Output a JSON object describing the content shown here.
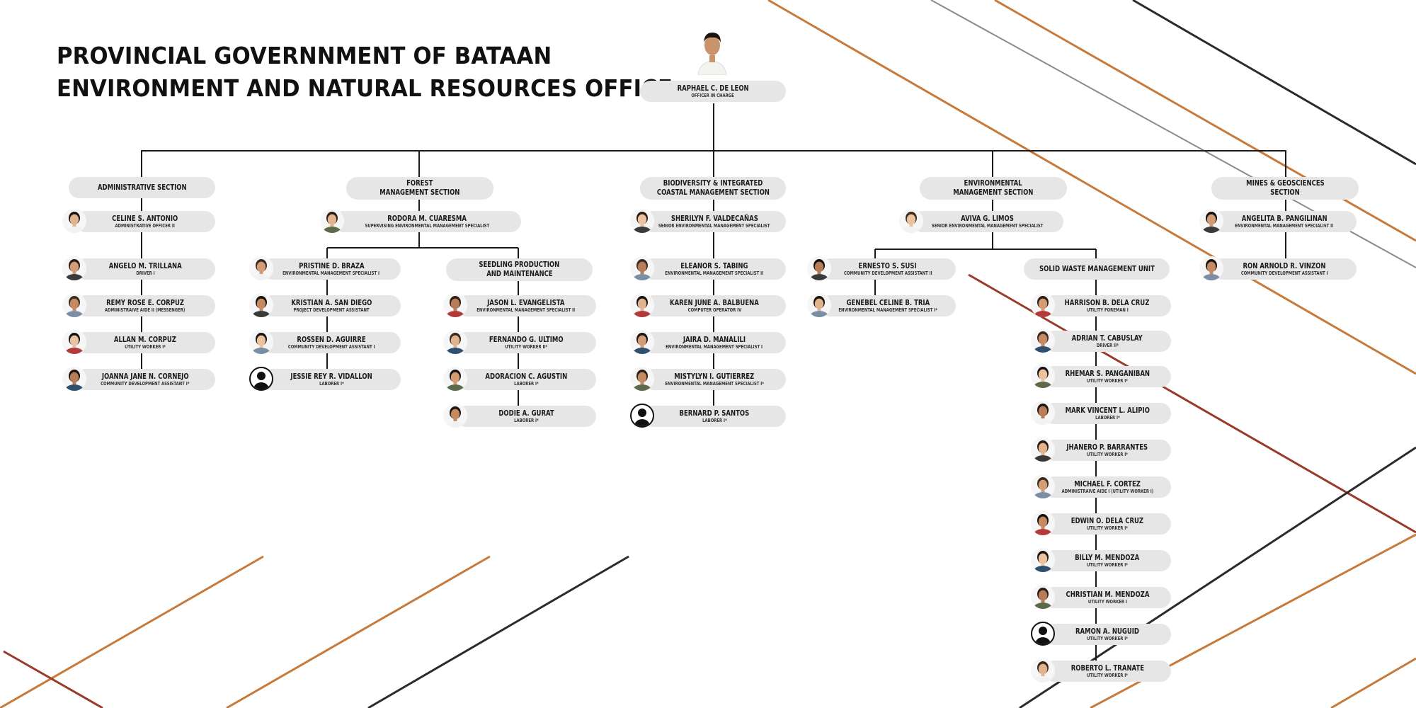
{
  "title": {
    "line1": "PROVINCIAL GOVERNNMENT OF BATAAN",
    "line2": "ENVIRONMENT AND NATURAL RESOURCES OFFICE"
  },
  "colors": {
    "pill": "#e6e6e6",
    "line": "#1a1a1a",
    "accent_orange": "#c77a3a",
    "accent_brown": "#9a3b2a",
    "accent_dark": "#2b2b2b",
    "accent_gray": "#8a8a8a"
  },
  "head": {
    "name": "RAPHAEL C. DE LEON",
    "position": "OFFICER IN CHARGE",
    "photo": "person-photo"
  },
  "sections": {
    "admin": {
      "title": [
        "ADMINISTRATIVE SECTION"
      ],
      "members": [
        {
          "name": "CELINE S. ANTONIO",
          "position": "ADMINISTRATIVE OFFICER II",
          "photo": "person-photo"
        },
        {
          "name": "ANGELO M. TRILLANA",
          "position": "DRIVER I",
          "photo": "person-photo"
        },
        {
          "name": "REMY ROSE E. CORPUZ",
          "position": "ADMINISTRAIVE AIDE II (MESSENGER)",
          "photo": "person-photo"
        },
        {
          "name": "ALLAN M. CORPUZ",
          "position": "UTILITY WORKER I*",
          "photo": "person-photo"
        },
        {
          "name": "JOANNA JANE N. CORNEJO",
          "position": "COMMUNITY DEVELOPMENT ASSISTANT I*",
          "photo": "person-photo"
        }
      ]
    },
    "forest": {
      "title": [
        "FOREST",
        "MANAGEMENT SECTION"
      ],
      "lead": {
        "name": "RODORA M. CUARESMA",
        "position": "SUPERVISING ENVIRONMENTAL MANAGEMENT SPECIALIST",
        "photo": "person-photo"
      },
      "members": [
        {
          "name": "PRISTINE D. BRAZA",
          "position": "ENVIRONMENTAL MANAGEMENT SPECIALIST I",
          "photo": "person-photo"
        },
        {
          "name": "KRISTIAN A. SAN DIEGO",
          "position": "PROJECT DEVELOPMENT ASSISTANT",
          "photo": "person-photo"
        },
        {
          "name": "ROSSEN D. AGUIRRE",
          "position": "COMMUNITY DEVELOPMENT ASSISTANT I",
          "photo": "person-photo"
        },
        {
          "name": "JESSIE REY R. VIDALLON",
          "position": "LABORER I*",
          "photo": "silhouette-icon"
        }
      ],
      "seedling": {
        "title": [
          "SEEDLING PRODUCTION",
          "AND MAINTENANCE"
        ],
        "members": [
          {
            "name": "JASON L. EVANGELISTA",
            "position": "ENVIRONMENTAL MANAGEMENT SPECIALIST II",
            "photo": "person-photo"
          },
          {
            "name": "FERNANDO G. ULTIMO",
            "position": "UTILITY WORKER II*",
            "photo": "person-photo"
          },
          {
            "name": "ADORACION C. AGUSTIN",
            "position": "LABORER I*",
            "photo": "person-photo"
          },
          {
            "name": "DODIE A. GURAT",
            "position": "LABORER I*",
            "photo": "person-photo"
          }
        ]
      }
    },
    "biodiversity": {
      "title": [
        "BIODIVERSITY & INTEGRATED",
        "COASTAL MANAGEMENT SECTION"
      ],
      "lead": {
        "name": "SHERILYN F. VALDECAÑAS",
        "position": "SENIOR ENVIRONMENTAL MANAGEMENT SPECIALIST",
        "photo": "person-photo"
      },
      "members": [
        {
          "name": "ELEANOR S. TABING",
          "position": "ENVIRONMENTAL MANAGEMENT SPECIALIST II",
          "photo": "person-photo"
        },
        {
          "name": "KAREN JUNE A. BALBUENA",
          "position": "COMPUTER OPERATOR IV",
          "photo": "person-photo"
        },
        {
          "name": "JAIRA D. MANALILI",
          "position": "ENVIRONMENTAL MANAGEMENT SPECIALIST I",
          "photo": "person-photo"
        },
        {
          "name": "MISTYLYN I. GUTIERREZ",
          "position": "ENVIRONMENTAL MANAGEMENT SPECIALIST I*",
          "photo": "person-photo"
        },
        {
          "name": "BERNARD P. SANTOS",
          "position": "LABORER I*",
          "photo": "silhouette-icon"
        }
      ]
    },
    "environmental": {
      "title": [
        "ENVIRONMENTAL",
        "MANAGEMENT SECTION"
      ],
      "lead": {
        "name": "AVIVA G. LIMOS",
        "position": "SENIOR ENVIRONMENTAL MANAGEMENT SPECIALIST",
        "photo": "person-photo"
      },
      "members": [
        {
          "name": "ERNESTO S. SUSI",
          "position": "COMMUNITY DEVELOPMENT ASSISTANT II",
          "photo": "person-photo"
        },
        {
          "name": "GENEBEL CELINE B. TRIA",
          "position": "ENVIRONMENTAL MANAGEMENT SPECIALIST I*",
          "photo": "person-photo"
        }
      ],
      "solid_waste": {
        "title": [
          "SOLID WASTE MANAGEMENT UNIT"
        ],
        "members": [
          {
            "name": "HARRISON B. DELA CRUZ",
            "position": "UTILITY FOREMAN I",
            "photo": "person-photo"
          },
          {
            "name": "ADRIAN T. CABUSLAY",
            "position": "DRIVER II*",
            "photo": "person-photo"
          },
          {
            "name": "RHEMAR S. PANGANIBAN",
            "position": "UTILITY WORKER I*",
            "photo": "person-photo"
          },
          {
            "name": "MARK VINCENT L. ALIPIO",
            "position": "LABORER I*",
            "photo": "person-photo"
          },
          {
            "name": "JHANERO P. BARRANTES",
            "position": "UTILITY WORKER I*",
            "photo": "person-photo"
          },
          {
            "name": "MICHAEL F. CORTEZ",
            "position": "ADMINISTRAIVE AIDE I (UTILITY WORKER I)",
            "photo": "person-photo"
          },
          {
            "name": "EDWIN O. DELA CRUZ",
            "position": "UTILITY WORKER I*",
            "photo": "person-photo"
          },
          {
            "name": "BILLY M. MENDOZA",
            "position": "UTILITY WORKER I*",
            "photo": "person-photo"
          },
          {
            "name": "CHRISTIAN M. MENDOZA",
            "position": "UTILITY WORKER I",
            "photo": "person-photo"
          },
          {
            "name": "RAMON A. NUGUID",
            "position": "UTILITY WORKER I*",
            "photo": "silhouette-icon"
          },
          {
            "name": "ROBERTO L. TRANATE",
            "position": "UTILITY WORKER I*",
            "photo": "person-photo"
          }
        ]
      }
    },
    "mines": {
      "title": [
        "MINES & GEOSCIENCES",
        "SECTION"
      ],
      "lead": {
        "name": "ANGELITA B. PANGILINAN",
        "position": "ENVIRONMENTAL MANAGEMENT SPECIALIST II",
        "photo": "person-photo"
      },
      "members": [
        {
          "name": "RON ARNOLD R. VINZON",
          "position": "COMMUNITY DEVELOPMENT ASSISTANT I",
          "photo": "person-photo"
        }
      ]
    }
  }
}
